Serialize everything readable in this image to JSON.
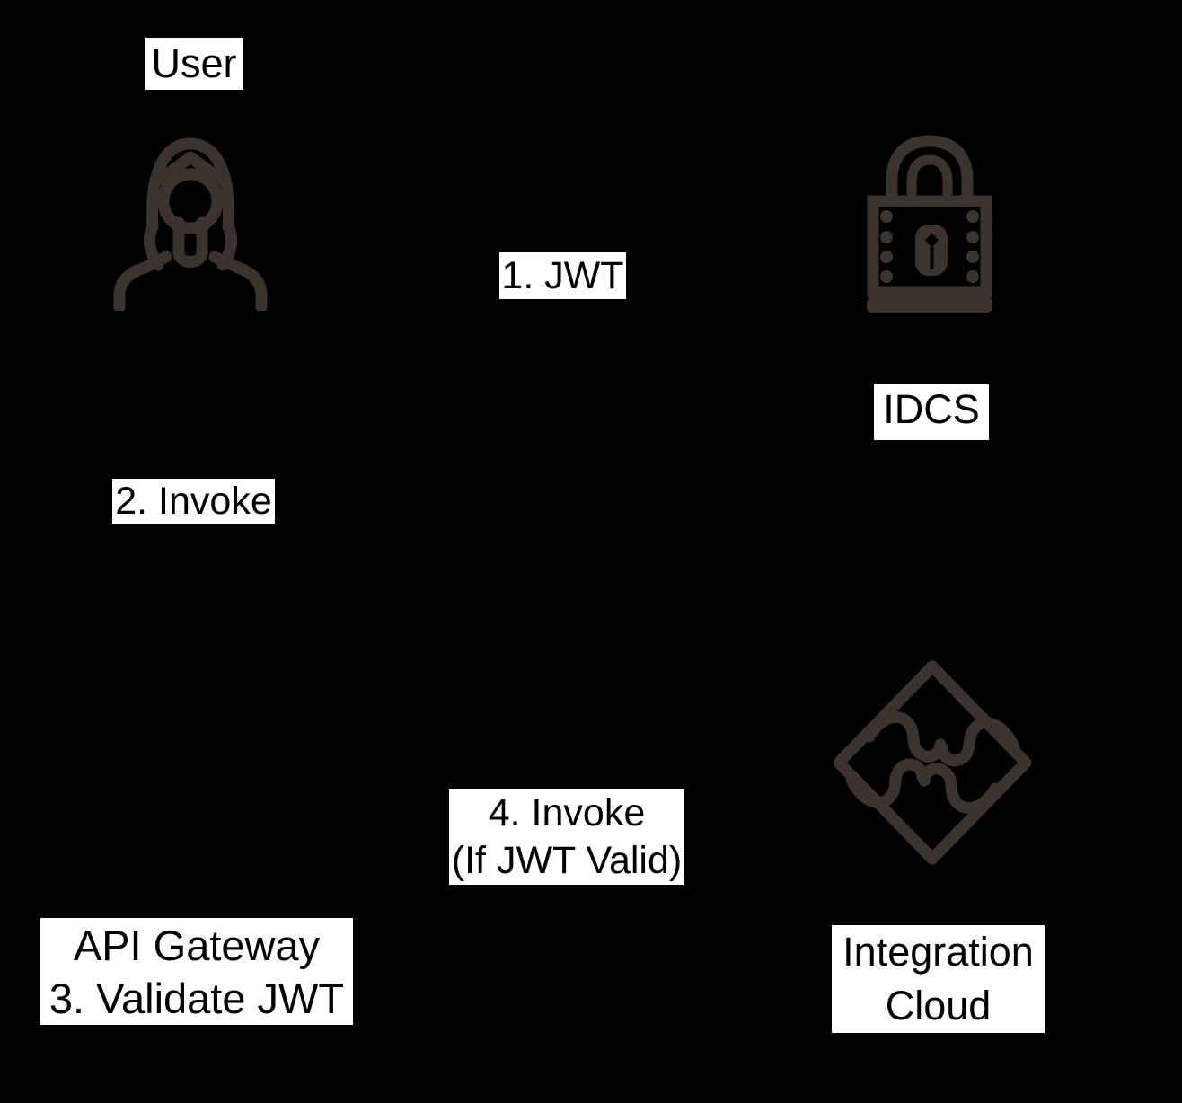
{
  "colors": {
    "background": "#000000",
    "label_background": "#ffffff",
    "label_text": "#000000",
    "icon": "#3a332e"
  },
  "nodes": {
    "user": {
      "label": "User",
      "icon": "person-icon"
    },
    "idcs": {
      "label": "IDCS",
      "icon": "lock-icon"
    },
    "api_gateway": {
      "label_lines": [
        "API Gateway",
        "3. Validate JWT"
      ]
    },
    "integration_cloud": {
      "label_lines": [
        "Integration",
        "Cloud"
      ],
      "icon": "puzzle-icon"
    }
  },
  "steps": {
    "step1": "1. JWT",
    "step2": "2. Invoke",
    "step4_lines": [
      "4. Invoke",
      "(If JWT Valid)"
    ]
  }
}
